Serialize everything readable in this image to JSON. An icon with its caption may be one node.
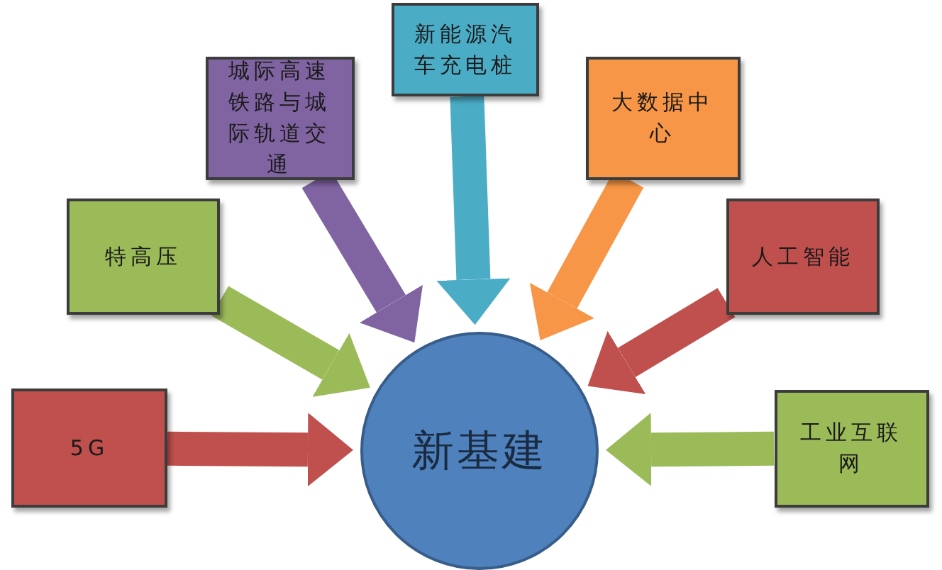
{
  "diagram": {
    "nodes": [
      {
        "text": [
          "5G"
        ]
      },
      {
        "text": [
          "特高压"
        ]
      },
      {
        "text": [
          "城际高速铁路与城际轨道交通"
        ]
      },
      {
        "text": [
          "新能源汽车充电桩"
        ]
      },
      {
        "text": [
          "大数据中心"
        ]
      },
      {
        "text": [
          "人工智能"
        ]
      },
      {
        "text": [
          "工业互联网"
        ]
      },
      {
        "text": [
          "新基建"
        ]
      }
    ],
    "edges": [
      {
        "from": 0,
        "to": 7,
        "arrow": "to",
        "color": "#c0504d"
      },
      {
        "from": 1,
        "to": 7,
        "arrow": "to",
        "color": "#9bbb59"
      },
      {
        "from": 2,
        "to": 7,
        "arrow": "to",
        "color": "#8064a2"
      },
      {
        "from": 3,
        "to": 7,
        "arrow": "to",
        "color": "#4bacc6"
      },
      {
        "from": 4,
        "to": 7,
        "arrow": "to",
        "color": "#f79646"
      },
      {
        "from": 5,
        "to": 7,
        "arrow": "to",
        "color": "#c0504d"
      },
      {
        "from": 6,
        "to": 7,
        "arrow": "to",
        "color": "#9bbb59"
      }
    ]
  }
}
